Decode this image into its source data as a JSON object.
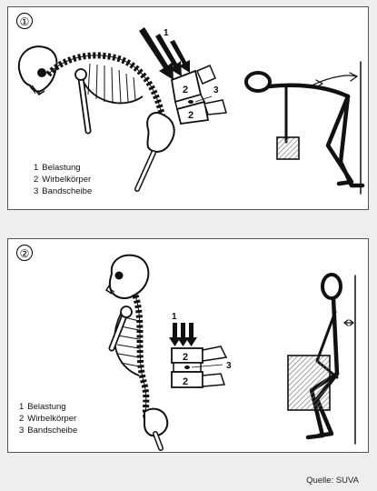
{
  "panels": [
    {
      "number": "①",
      "legend": [
        {
          "num": "1",
          "text": "Belastung"
        },
        {
          "num": "2",
          "text": "Wirbelkörper"
        },
        {
          "num": "3",
          "text": "Bandscheibe"
        }
      ],
      "callouts": {
        "load": "1",
        "vertebra_top": "2",
        "vertebra_bottom": "2",
        "disc": "3"
      }
    },
    {
      "number": "②",
      "legend": [
        {
          "num": "1",
          "text": "Belastung"
        },
        {
          "num": "2",
          "text": "Wirbelkörper"
        },
        {
          "num": "3",
          "text": "Bandscheibe"
        }
      ],
      "callouts": {
        "load": "1",
        "vertebra_top": "2",
        "vertebra_bottom": "2",
        "disc": "3"
      }
    }
  ],
  "source": "Quelle: SUVA",
  "colors": {
    "ink": "#111111",
    "panel_border": "#555555",
    "background": "#eeeeee",
    "hatch": "#777777"
  }
}
